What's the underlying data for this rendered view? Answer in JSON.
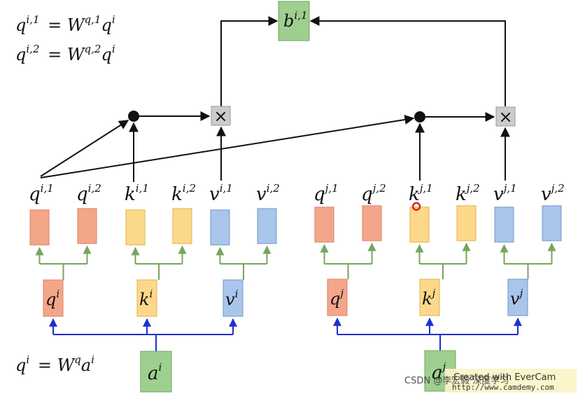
{
  "colors": {
    "query_fill": "#f4a68b",
    "query_stroke": "#d9825f",
    "key_fill": "#fcd88a",
    "key_stroke": "#e3b24a",
    "value_fill": "#a9c5ea",
    "value_stroke": "#6f98cc",
    "input_fill": "#9fcf8f",
    "input_stroke": "#6da660",
    "output_fill": "#9fcf8f",
    "tree_green": "#76a55c",
    "input_blue": "#1f2fd0",
    "arrow_black": "#111111",
    "op_box_fill": "#cccccc",
    "cursor_red": "#e02020"
  },
  "equations": {
    "eq1": {
      "base": "q",
      "sup": "i,1",
      "rhs_base": "W",
      "rhs_sup": "q,1",
      "rhs_tail": "q",
      "rhs_tail_sup": "i"
    },
    "eq2": {
      "base": "q",
      "sup": "i,2",
      "rhs_base": "W",
      "rhs_sup": "q,2",
      "rhs_tail": "q",
      "rhs_tail_sup": "i"
    },
    "eq3": {
      "base": "q",
      "sup": "i",
      "rhs_base": "W",
      "rhs_sup": "q",
      "rhs_tail": "a",
      "rhs_tail_sup": "i"
    }
  },
  "output": {
    "base": "b",
    "sup": "i,1"
  },
  "operators": {
    "multiply_symbol": "×"
  },
  "head_labels": [
    {
      "base": "q",
      "sup": "i,1"
    },
    {
      "base": "q",
      "sup": "i,2"
    },
    {
      "base": "k",
      "sup": "i,1"
    },
    {
      "base": "k",
      "sup": "i,2"
    },
    {
      "base": "v",
      "sup": "i,1"
    },
    {
      "base": "v",
      "sup": "i,2"
    },
    {
      "base": "q",
      "sup": "j,1"
    },
    {
      "base": "q",
      "sup": "j,2"
    },
    {
      "base": "k",
      "sup": "j,1"
    },
    {
      "base": "k",
      "sup": "j,2"
    },
    {
      "base": "v",
      "sup": "j,1"
    },
    {
      "base": "v",
      "sup": "j,2"
    }
  ],
  "mid_vectors": [
    {
      "base": "q",
      "sup": "i"
    },
    {
      "base": "k",
      "sup": "i"
    },
    {
      "base": "v",
      "sup": "i"
    },
    {
      "base": "q",
      "sup": "j"
    },
    {
      "base": "k",
      "sup": "j"
    },
    {
      "base": "v",
      "sup": "j"
    }
  ],
  "inputs": [
    {
      "base": "a",
      "sup": "i"
    },
    {
      "base": "a",
      "sup": "j"
    }
  ],
  "watermark": {
    "line1": "Created with EverCam",
    "line2": "http://www.camdemy.com",
    "csdn": "CSDN @李宏毅 深度学习"
  }
}
